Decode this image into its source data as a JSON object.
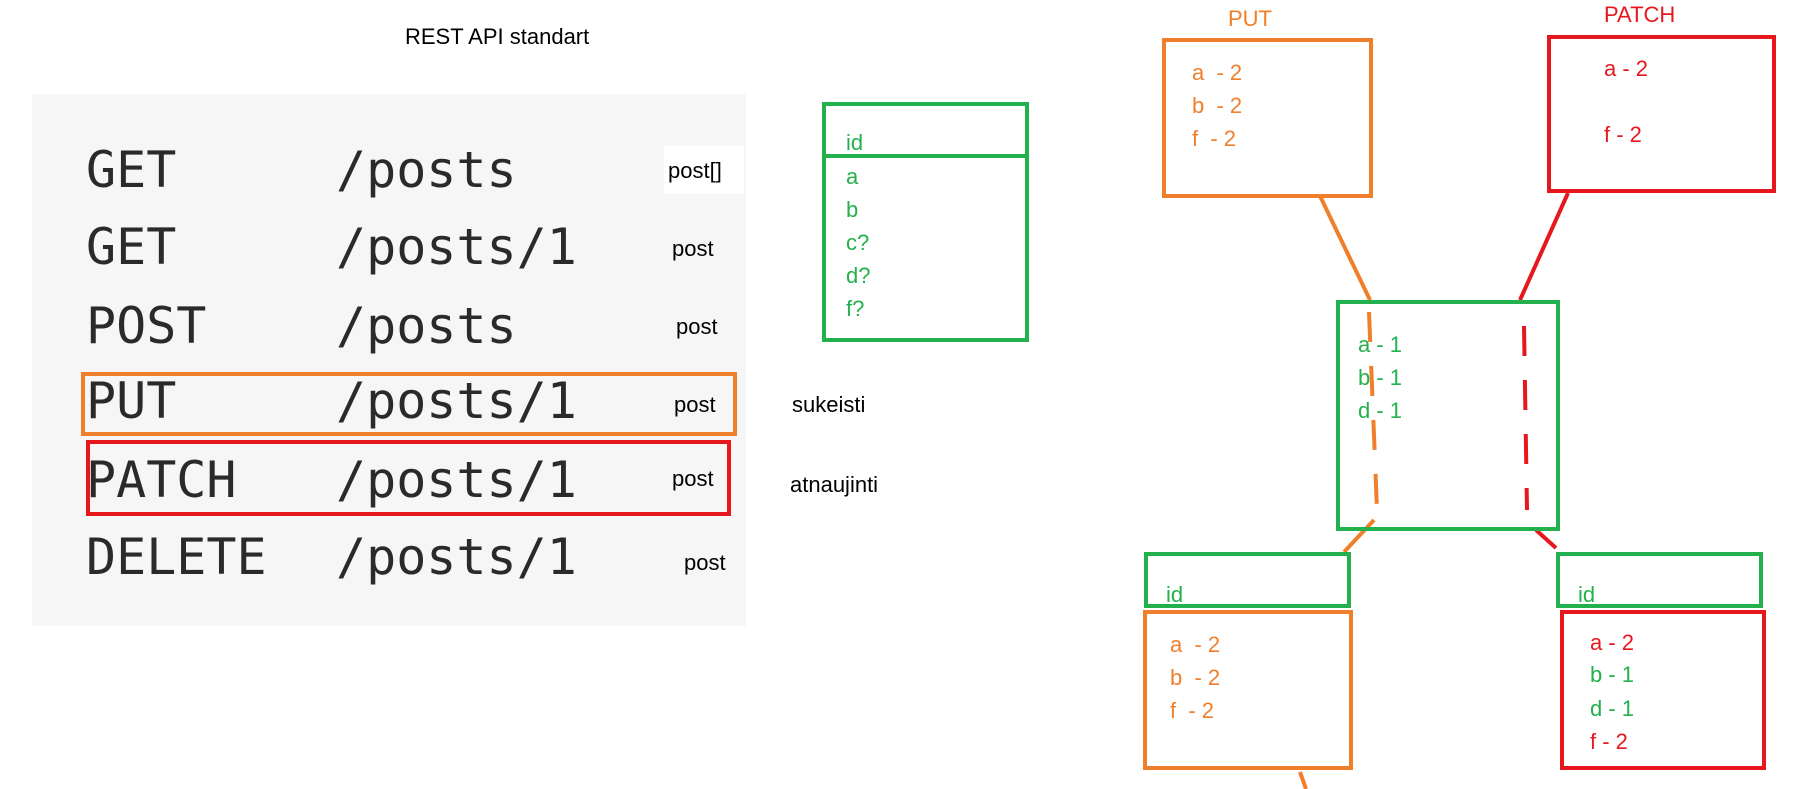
{
  "title": "REST API standart",
  "routes": [
    {
      "method": "GET",
      "path": "/posts",
      "result": "post[]"
    },
    {
      "method": "GET",
      "path": "/posts/1",
      "result": "post"
    },
    {
      "method": "POST",
      "path": "/posts",
      "result": "post"
    },
    {
      "method": "PUT",
      "path": "/posts/1",
      "result": "post",
      "note": "sukeisti"
    },
    {
      "method": "PATCH",
      "path": "/posts/1",
      "result": "post",
      "note": "atnaujinti"
    },
    {
      "method": "DELETE",
      "path": "/posts/1",
      "result": "post"
    }
  ],
  "schema": {
    "key": "id",
    "fields": [
      "a",
      "b",
      "c?",
      "d?",
      "f?"
    ]
  },
  "diagram": {
    "put_label": "PUT",
    "patch_label": "PATCH",
    "put_input": [
      "a  - 2",
      "b  - 2",
      "f  - 2"
    ],
    "patch_input": [
      "a - 2",
      "f - 2"
    ],
    "original": [
      "a - 1",
      "b - 1",
      "d - 1"
    ],
    "put_result": {
      "key": "id",
      "fields": [
        "a  - 2",
        "b  - 2",
        "f  - 2"
      ]
    },
    "patch_result": {
      "key": "id",
      "fields": [
        "a - 2",
        "b - 1",
        "d - 1",
        "f - 2"
      ]
    }
  },
  "colors": {
    "green": "#22b14c",
    "orange": "#f07f2b",
    "red": "#e6181e"
  }
}
